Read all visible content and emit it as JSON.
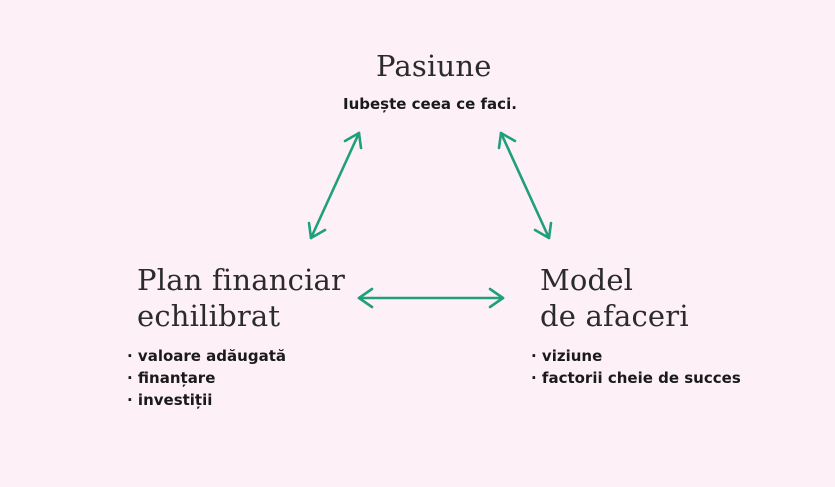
{
  "colors": {
    "background": "#fdf0f7",
    "arrow": "#1fa07a"
  },
  "top_node": {
    "title": "Pasiune",
    "subtitle": "Iubește ceea ce faci."
  },
  "left_node": {
    "title_lines": [
      "Plan financiar",
      "echilibrat"
    ],
    "bullets": [
      "valoare adăugată",
      "finanțare",
      "investiții"
    ]
  },
  "right_node": {
    "title_lines": [
      "Model",
      "de afaceri"
    ],
    "bullets": [
      "viziune",
      "factorii cheie de succes"
    ]
  }
}
